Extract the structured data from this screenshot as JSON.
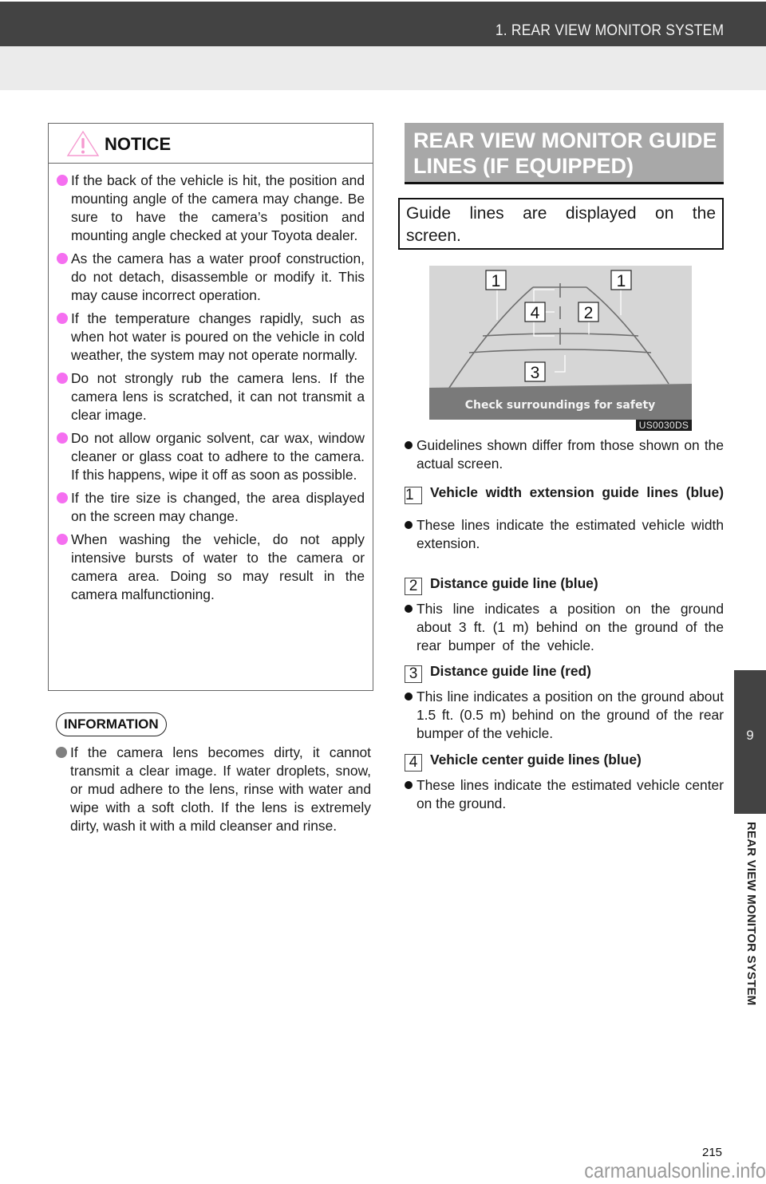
{
  "header": {
    "title": "1. REAR VIEW MONITOR SYSTEM"
  },
  "notice": {
    "label": "NOTICE",
    "icon": "warning-triangle-icon",
    "accent_color": "#f56ff0",
    "items": [
      "If the back of the vehicle is hit, the position and mounting angle of the camera may change. Be sure to have the camera’s position and mounting angle checked at your Toyota dealer.",
      "As the camera has a water proof construction, do not detach, disassemble or modify it. This may cause incorrect operation.",
      "If the temperature changes rapidly, such as when hot water is poured on the vehicle in cold weather, the system may not operate normally.",
      "Do not strongly rub the camera lens. If the camera lens is scratched, it can not transmit a clear image.",
      "Do not allow organic solvent, car wax, window cleaner or glass coat to adhere to the camera. If this happens, wipe it off as soon as possible.",
      "If the tire size is changed, the area displayed on the screen may change.",
      "When washing the vehicle, do not apply intensive bursts of water to the camera or camera area. Doing so may result in the camera malfunctioning."
    ]
  },
  "information": {
    "label": "INFORMATION",
    "items": [
      "If the camera lens becomes dirty, it cannot transmit a clear image. If water droplets, snow, or mud adhere to the lens, rinse with water and wipe with a soft cloth. If the lens is extremely dirty, wash it with a mild cleanser and rinse."
    ]
  },
  "section": {
    "title_line1": "REAR VIEW MONITOR GUIDE",
    "title_line2": "LINES (IF EQUIPPED)",
    "intro_line1": "Guide lines are displayed on the",
    "intro_line2": "screen."
  },
  "figure": {
    "banner_text": "Check surroundings for safety",
    "code": "US0030DS",
    "callouts": [
      "1",
      "1",
      "4",
      "2",
      "3"
    ]
  },
  "note": "Guidelines shown differ from those shown on the actual screen.",
  "guides": [
    {
      "num": "1",
      "heading": "Vehicle width extension guide lines (blue)",
      "text": "These lines indicate the estimated vehicle width extension."
    },
    {
      "num": "2",
      "heading": "Distance guide line (blue)",
      "text": "This line indicates a position on the ground about 3 ft. (1 m) behind on the ground of the rear bumper of the vehicle."
    },
    {
      "num": "3",
      "heading": "Distance guide line (red)",
      "text": "This line indicates a position on the ground about 1.5 ft. (0.5 m) behind on the ground of the rear bumper of the vehicle."
    },
    {
      "num": "4",
      "heading": "Vehicle center guide lines (blue)",
      "text": "These lines indicate the estimated vehicle center on the ground."
    }
  ],
  "side_tab": {
    "chapter": "9",
    "label": "REAR VIEW MONITOR SYSTEM"
  },
  "footer": {
    "page_number": "215",
    "watermark": "carmanualsonline.info"
  }
}
